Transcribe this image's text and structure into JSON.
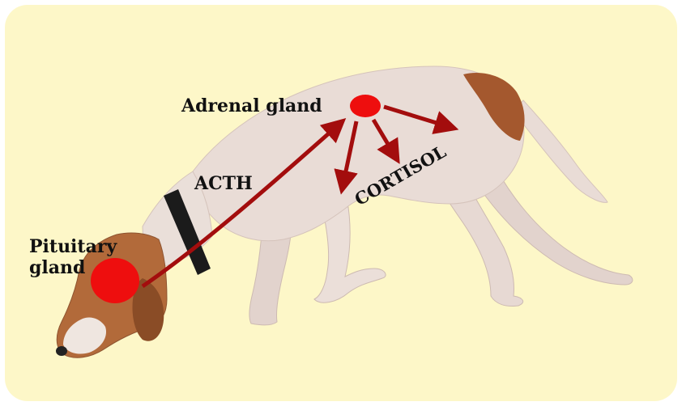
{
  "labels": {
    "adrenal_gland": "Adrenal gland",
    "acth": "ACTH",
    "pituitary_gland": "Pituitary gland",
    "cortisol": "CORTISOL"
  },
  "colors": {
    "background": "#fdf7c8",
    "gland": "#ee0e0e",
    "arrow": "#a30d0d",
    "dog_coat": "#e9dcd6",
    "dog_patch": "#a4582e",
    "collar": "#1b1b1b",
    "text": "#111111"
  },
  "icons": {
    "dog": "dog-illustration"
  }
}
